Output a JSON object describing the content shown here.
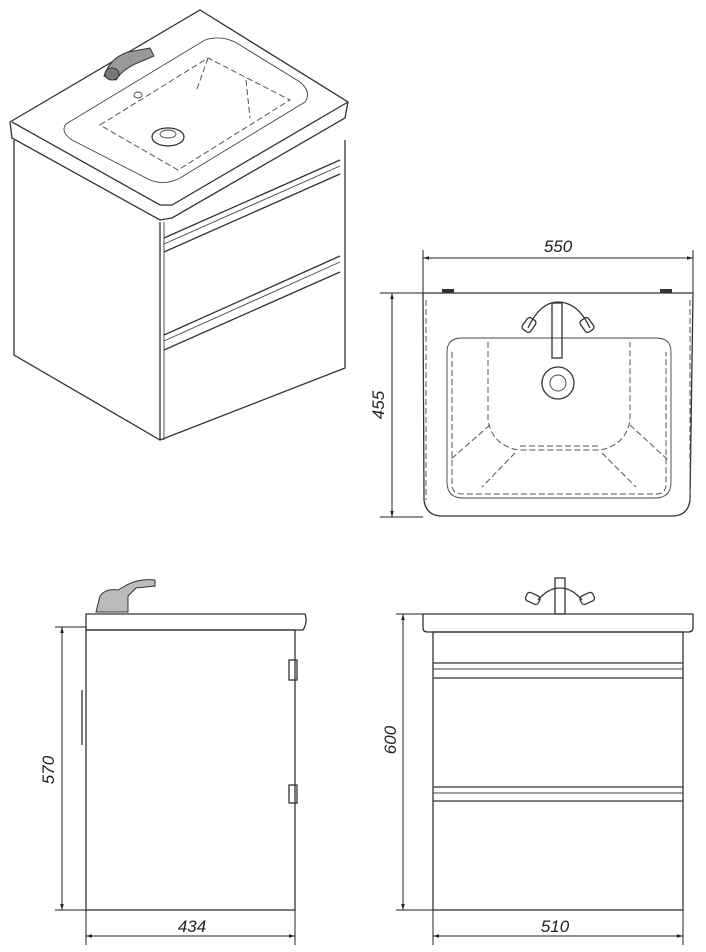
{
  "dimensions": {
    "top_width": "550",
    "top_depth": "455",
    "side_height": "570",
    "side_depth": "434",
    "front_height": "600",
    "front_width": "510"
  }
}
